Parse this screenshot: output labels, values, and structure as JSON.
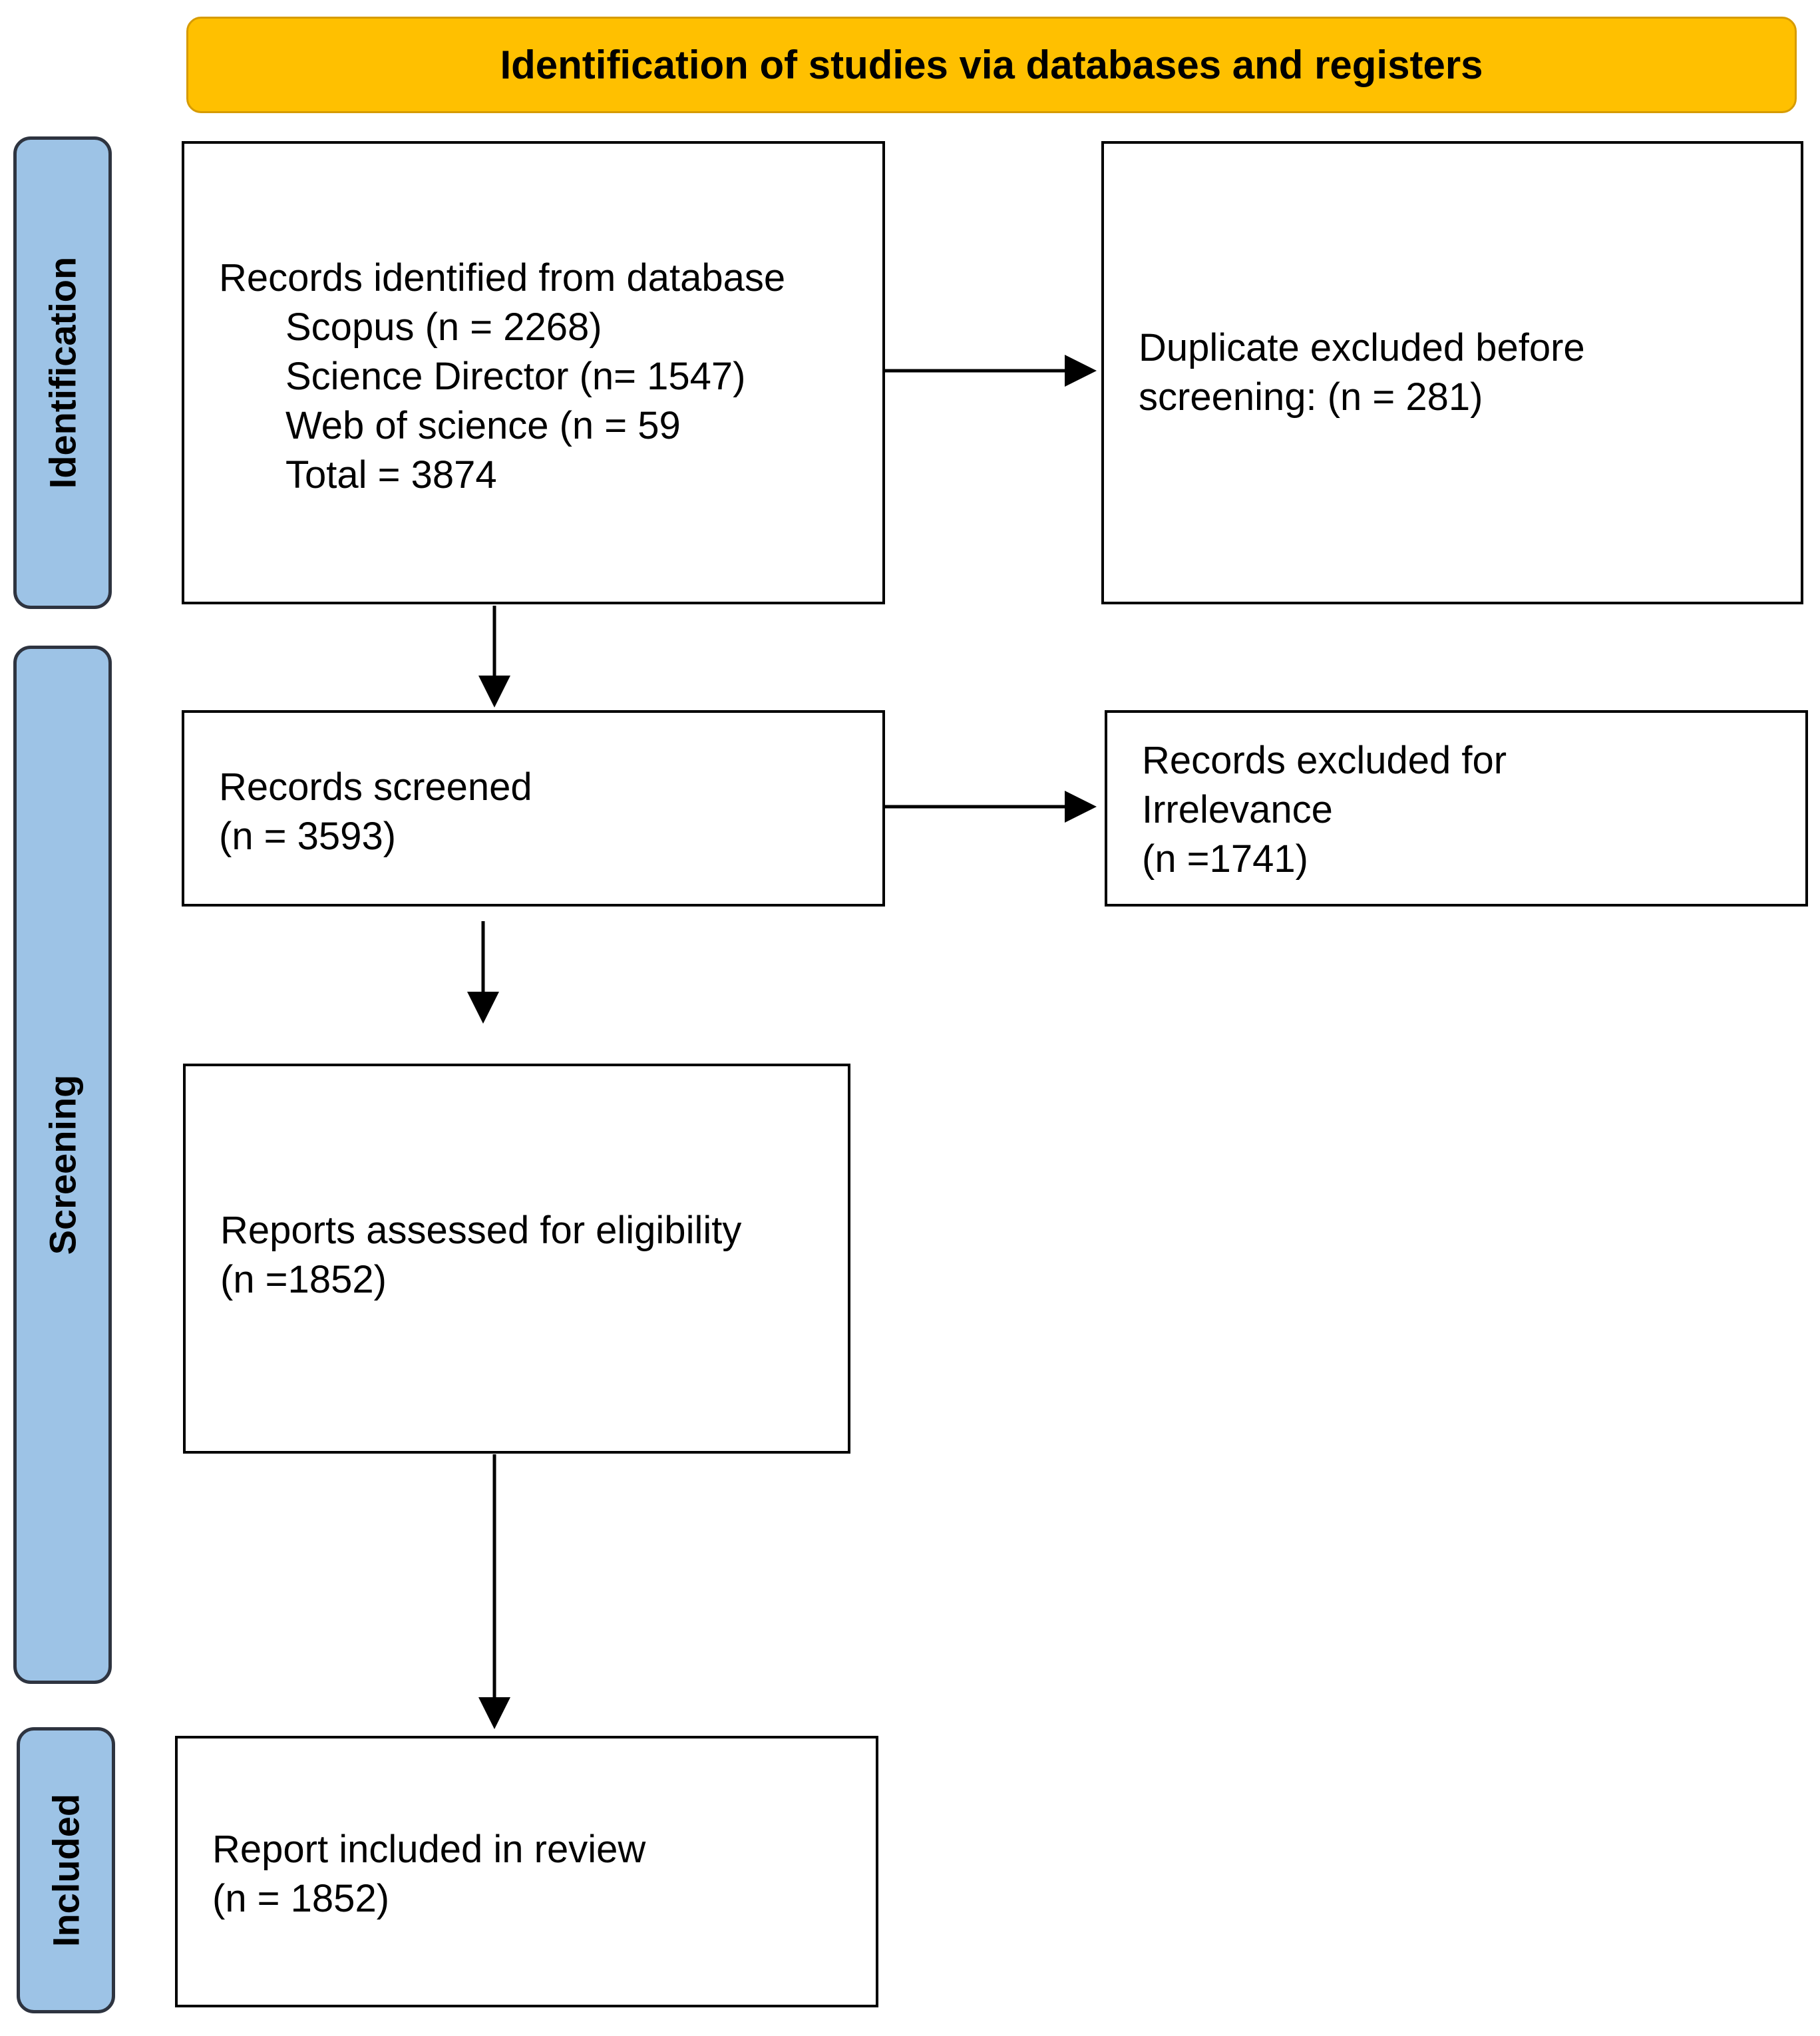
{
  "header": {
    "title": "Identification of studies via databases and registers",
    "color": "#ffc000"
  },
  "phases": {
    "identification": "Identification",
    "screening": "Screening",
    "included": "Included",
    "color": "#9dc3e6"
  },
  "boxes": {
    "records_identified": {
      "heading": "Records identified from database",
      "scopus": "Scopus (n = 2268)",
      "science_director": "Science Director (n= 1547)",
      "web_of_science": "Web of science (n = 59",
      "total": "Total = 3874"
    },
    "duplicates_excluded": {
      "line1": "Duplicate excluded before",
      "line2": "screening: (n = 281)"
    },
    "records_screened": {
      "line1": "Records screened",
      "line2": "(n = 3593)"
    },
    "records_excluded": {
      "line1": "Records excluded for",
      "line2": "Irrelevance",
      "line3": "(n =1741)"
    },
    "reports_assessed": {
      "line1": "Reports assessed for eligibility",
      "line2": "(n =1852)"
    },
    "report_included": {
      "line1": "Report included in review",
      "line2": "(n = 1852)"
    }
  }
}
